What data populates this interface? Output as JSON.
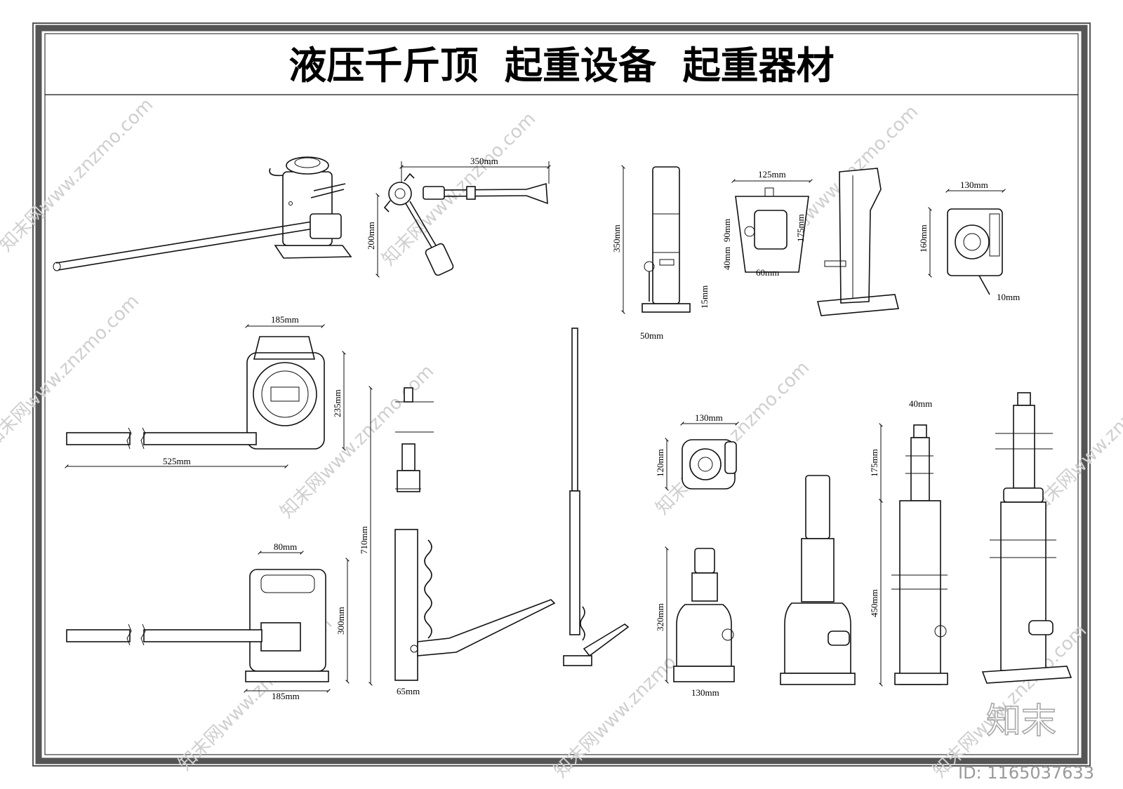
{
  "title": "液压千斤顶  起重设备  起重器材",
  "dimensions": {
    "d350": "350mm",
    "d200": "200mm",
    "d185_top": "185mm",
    "d235": "235mm",
    "d525": "525mm",
    "d80": "80mm",
    "d300": "300mm",
    "d185_bottom": "185mm",
    "d710": "710mm",
    "d65": "65mm",
    "d350_side": "350mm",
    "d15": "15mm",
    "d50": "50mm",
    "d125": "125mm",
    "d90": "90mm",
    "d40": "40mm",
    "d175_front": "175mm",
    "d60": "60mm",
    "d130_top": "130mm",
    "d160": "160mm",
    "d10": "10mm",
    "d130_plan": "130mm",
    "d120": "120mm",
    "d320": "320mm",
    "d130_base": "130mm",
    "d40_ram": "40mm",
    "d175_ram": "175mm",
    "d450": "450mm"
  },
  "watermark": "知末网www.znzmo.com",
  "logo": "知末",
  "id_stamp": "ID: 1165037633",
  "colors": {
    "line": "#111111",
    "frame": "#555555",
    "watermark": "#cfcfcf"
  }
}
